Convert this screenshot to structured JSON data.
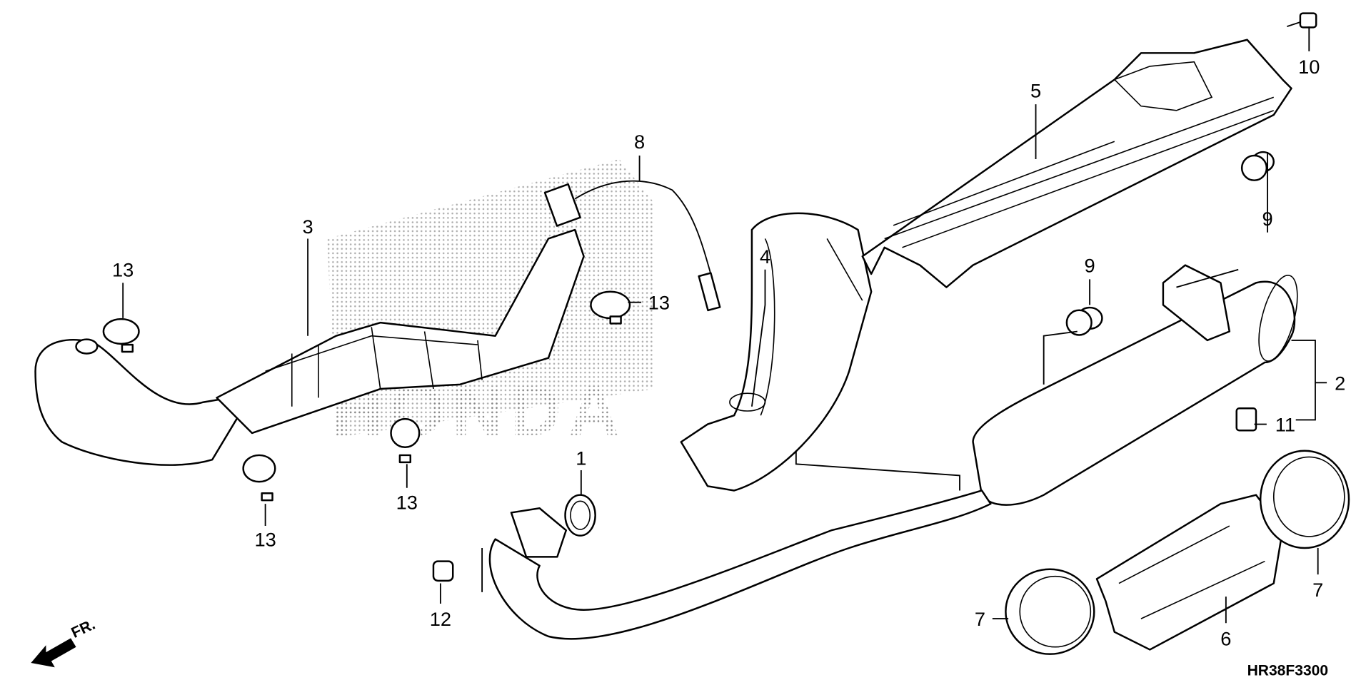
{
  "diagram": {
    "code": "HR38F3300",
    "front_indicator": "FR.",
    "watermark": "HONDA",
    "callouts": {
      "c1": "1",
      "c2": "2",
      "c3": "3",
      "c4": "4",
      "c5": "5",
      "c6": "6",
      "c7a": "7",
      "c7b": "7",
      "c8": "8",
      "c9a": "9",
      "c9b": "9",
      "c10": "10",
      "c11": "11",
      "c12": "12",
      "c13a": "13",
      "c13b": "13",
      "c13c": "13",
      "c13d": "13"
    }
  }
}
